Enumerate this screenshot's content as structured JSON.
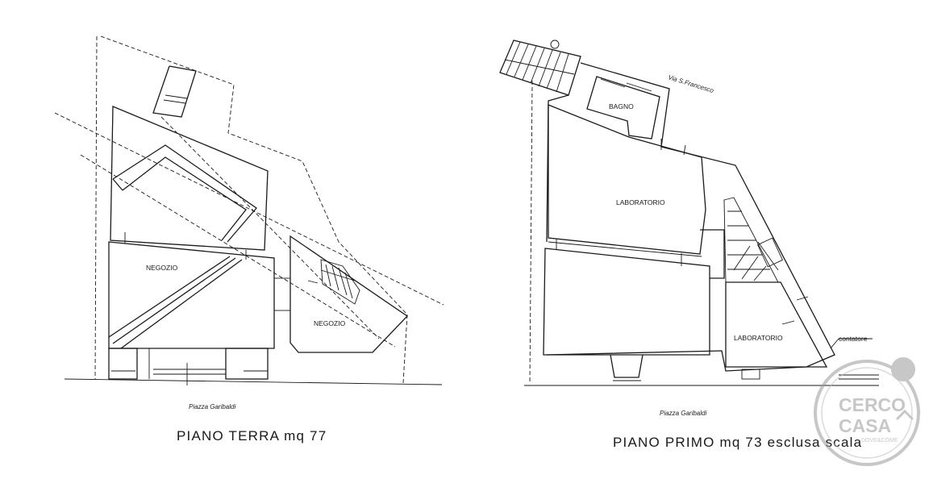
{
  "left_plan": {
    "title": "PIANO TERRA mq 77",
    "street": "Piazza Garibaldi",
    "rooms": [
      "NEGOZIO",
      "NEGOZIO"
    ]
  },
  "right_plan": {
    "title": "PIANO PRIMO mq 73 esclusa scala",
    "street": "Piazza Garibaldi",
    "street_top": "Via S.Francesco",
    "rooms": [
      "BAGNO",
      "LABORATORIO",
      "LABORATORIO"
    ],
    "meter_label": "contatore"
  },
  "watermark": {
    "line1": "CERCO",
    "line2": "CASA",
    "tagline": "DOVE&COME"
  }
}
